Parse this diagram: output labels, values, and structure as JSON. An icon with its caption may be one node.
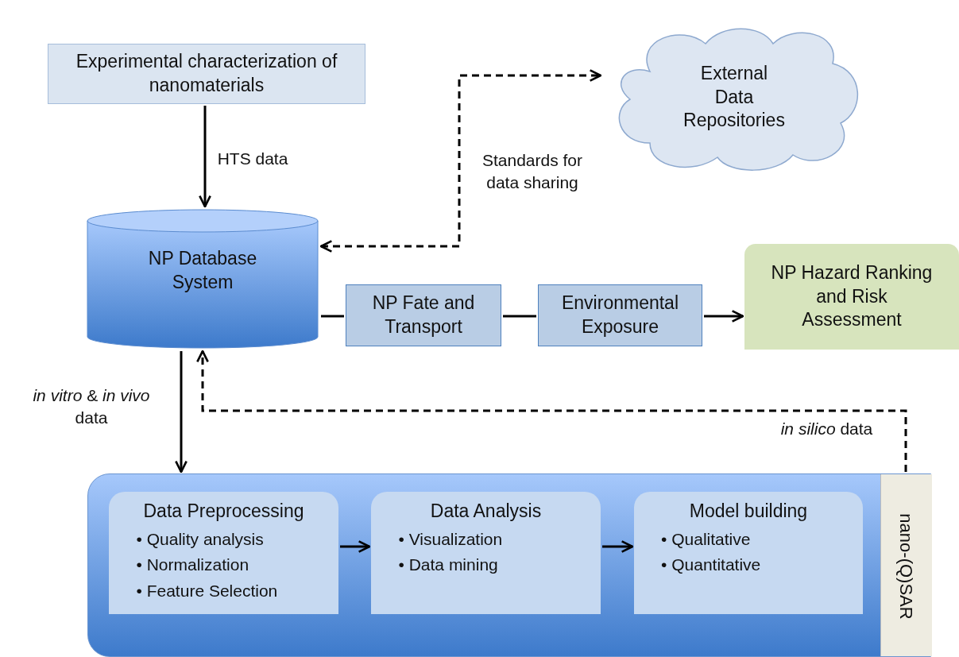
{
  "diagram": {
    "nodes": [
      {
        "text": [
          "Experimental characterization of nanomaterials"
        ]
      },
      {
        "text": [
          "External Data Repositories"
        ]
      },
      {
        "text": [
          "NP Database System"
        ]
      },
      {
        "text": [
          "NP Fate and Transport"
        ]
      },
      {
        "text": [
          "Environmental Exposure"
        ]
      },
      {
        "text": [
          "NP Hazard Ranking and Risk Assessment"
        ]
      },
      {
        "text": [
          "nano-(Q)SAR"
        ]
      },
      {
        "text": [
          "Data Preprocessing",
          "• Quality analysis",
          "• Normalization",
          "• Feature Selection"
        ],
        "in": 6
      },
      {
        "text": [
          "Data Analysis",
          "• Visualization",
          "• Data mining"
        ],
        "in": 6
      },
      {
        "text": [
          "Model building",
          "• Qualitative",
          "• Quantitative"
        ],
        "in": 6
      }
    ],
    "edges": [
      {
        "from": 0,
        "to": 2,
        "arrow": "to",
        "label": "HTS data"
      },
      {
        "from": 2,
        "to": 1,
        "arrow": "both",
        "style": "dashed",
        "label": "Standards for data sharing"
      },
      {
        "from": 2,
        "to": 3,
        "arrow": "none"
      },
      {
        "from": 3,
        "to": 4,
        "arrow": "none"
      },
      {
        "from": 4,
        "to": 5,
        "arrow": "to"
      },
      {
        "from": 2,
        "to": 6,
        "arrow": "to",
        "label": "*in vitro* &  *in vivo* data"
      },
      {
        "from": 6,
        "to": 2,
        "arrow": "to",
        "style": "dashed",
        "label": "*in silico* data"
      },
      {
        "from": 7,
        "to": 8,
        "arrow": "to"
      },
      {
        "from": 8,
        "to": 9,
        "arrow": "to"
      }
    ]
  }
}
